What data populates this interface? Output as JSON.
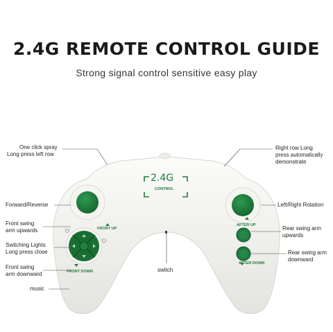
{
  "header": {
    "title": "2.4G REMOTE CONTROL GUIDE",
    "subtitle": "Strong signal control sensitive easy play"
  },
  "controller": {
    "badge_main": "2.4G",
    "badge_sub": "CONTROL",
    "front_up_label": "FRONT UP",
    "front_down_label": "FRONT DOWN",
    "after_up_label": "AFTER UP",
    "after_down_label": "AFTER DOWN",
    "accent_color": "#1e7d3e",
    "body_color": "#f2f2ee"
  },
  "callouts": {
    "one_click_spray_1": "One click spray",
    "one_click_spray_2": "Long press left row",
    "forward_reverse": "Forward/Reverse",
    "front_swing_up_1": "Front swing",
    "front_swing_up_2": "arm upwards",
    "switching_lights_1": "Switching Lights",
    "switching_lights_2": "Long press close",
    "front_swing_down_1": "Front swing",
    "front_swing_down_2": "arm downward",
    "music": "music",
    "switch": "switch",
    "right_row_1": "Right row Long",
    "right_row_2": "press automatically",
    "right_row_3": "demonstrate",
    "left_right_rotation": "Left/Right Rotation",
    "rear_swing_up_1": "Rear swing arm",
    "rear_swing_up_2": "upwards",
    "rear_swing_down_1": "Rear swing arm",
    "rear_swing_down_2": "downward"
  }
}
